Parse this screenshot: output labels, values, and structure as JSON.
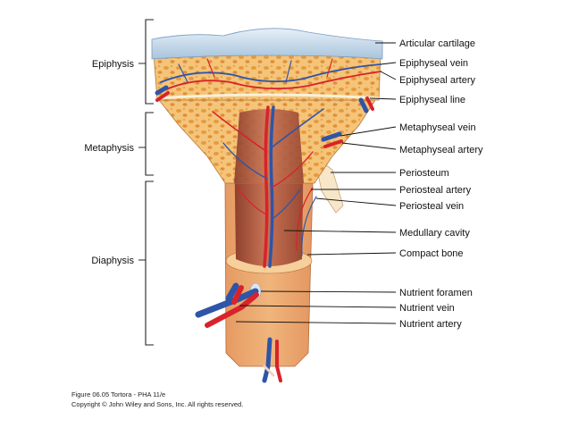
{
  "regions": [
    {
      "label": "Epiphysis"
    },
    {
      "label": "Metaphysis"
    },
    {
      "label": "Diaphysis"
    }
  ],
  "labels": [
    "Articular cartilage",
    "Epiphyseal vein",
    "Epiphyseal artery",
    "Epiphyseal line",
    "Metaphyseal vein",
    "Metaphyseal artery",
    "Periosteum",
    "Periosteal artery",
    "Periosteal vein",
    "Medullary cavity",
    "Compact bone",
    "Nutrient foramen",
    "Nutrient vein",
    "Nutrient artery"
  ],
  "caption": {
    "line1": "Figure 06.05  Tortora - PHA 11/e",
    "line2": "Copyright © John Wiley and Sons, Inc. All rights reserved."
  },
  "colors": {
    "bone": "#f0b866",
    "spongy": "#e7a24a",
    "compact": "#e9a46a",
    "cartilage": "#c9dcec",
    "cavity": "#b86a4e",
    "artery": "#d8232a",
    "vein": "#2e55a8"
  }
}
